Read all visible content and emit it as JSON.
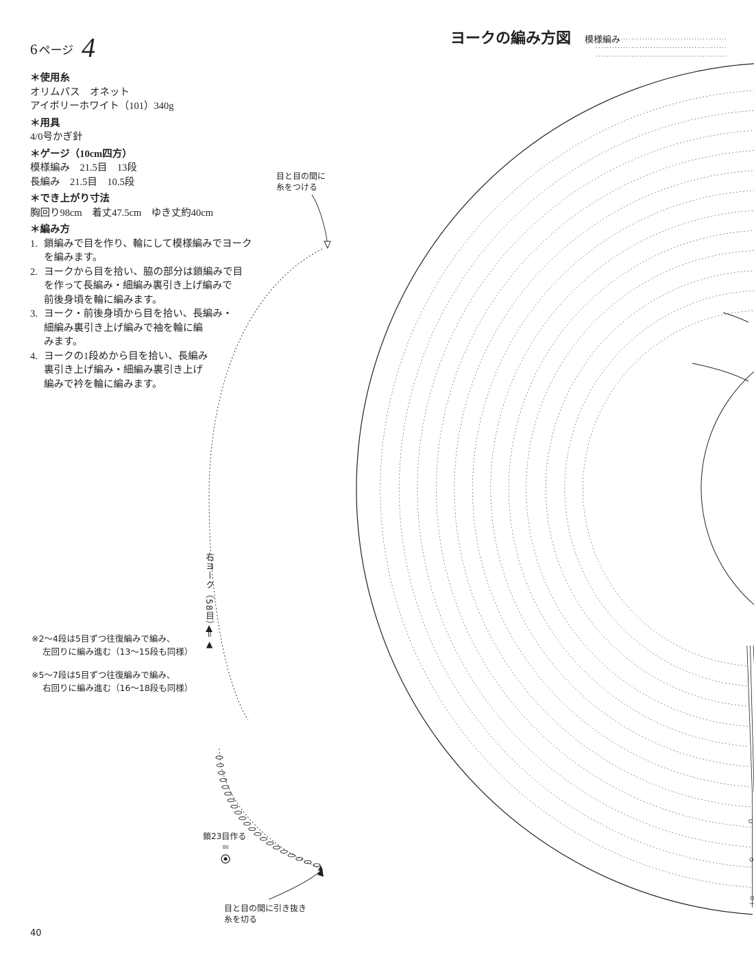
{
  "header": {
    "page_number": "6",
    "page_label": "ページ",
    "pattern_number": "4"
  },
  "diagram": {
    "title": "ヨークの編み方図",
    "subtitle": "模様編み"
  },
  "info": {
    "yarn_heading": "＊使用糸",
    "yarn_brand": "オリムパス　オネット",
    "yarn_color": "アイボリーホワイト（101）340g",
    "tools_heading": "＊用具",
    "hook": "4/0号かぎ針",
    "gauge_heading": "＊ゲージ（10cm四方）",
    "gauge_pattern": "模様編み　21.5目　13段",
    "gauge_dc": "長編み　21.5目　10.5段",
    "size_heading": "＊でき上がり寸法",
    "size_values": "胸回り98cm　着丈47.5cm　ゆき丈約40cm",
    "method_heading": "＊編み方",
    "steps": [
      {
        "num": "1.",
        "lines": [
          "鎖編みで目を作り、輪にして模様編みでヨーク",
          "を編みます。"
        ]
      },
      {
        "num": "2.",
        "lines": [
          "ヨークから目を拾い、脇の部分は鎖編みで目",
          "を作って長編み・細編み裏引き上げ編みで",
          "前後身頃を輪に編みます。"
        ]
      },
      {
        "num": "3.",
        "lines": [
          "ヨーク・前後身頃から目を拾い、長編み・",
          "細編み裏引き上げ編みで袖を輪に編",
          "みます。"
        ]
      },
      {
        "num": "4.",
        "lines": [
          "ヨークの1段めから目を拾い、長編み",
          "裏引き上げ編み・細編み裏引き上げ",
          "編みで衿を輪に編みます。"
        ]
      }
    ]
  },
  "notes": [
    {
      "lines": [
        "※2〜4段は5目ずつ往復編みで編み、",
        "左回りに編み進む（13〜15段も同様）"
      ]
    },
    {
      "lines": [
        "※5〜7段は5目ずつ往復編みで編み、",
        "右回りに編み進む（16〜18段も同様）"
      ]
    }
  ],
  "annotations": {
    "join_yarn": [
      "目と目の間に",
      "糸をつける"
    ],
    "right_yoke": "右ヨーク（58目）＝▲",
    "chain_start": "鎖23目作る",
    "chain_equals": "＝",
    "fasten_off": [
      "目と目の間に引き抜き",
      "糸を切る"
    ]
  },
  "footer": {
    "page_number": "40"
  }
}
